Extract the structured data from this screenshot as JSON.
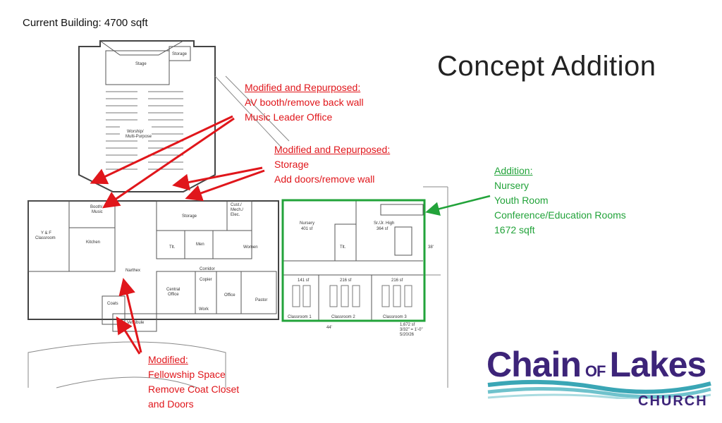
{
  "header": {
    "current_building": "Current Building: 4700 sqft",
    "title": "Concept Addition"
  },
  "notes": {
    "av": {
      "heading": "Modified and Repurposed:",
      "lines": [
        "AV booth/remove back wall",
        "Music Leader Office"
      ]
    },
    "storage": {
      "heading": "Modified and Repurposed:",
      "lines": [
        "Storage",
        "Add doors/remove wall"
      ]
    },
    "addition": {
      "heading": "Addition:",
      "lines": [
        "Nursery",
        "Youth Room",
        "Conference/Education Rooms",
        "1672 sqft"
      ]
    },
    "fellowship": {
      "heading": "Modified:",
      "lines": [
        "Fellowship Space",
        "Remove Coat Closet",
        "and Doors"
      ]
    }
  },
  "rooms": {
    "stage": "Stage",
    "storage_top": "Storage",
    "worship": "Worship/",
    "worship2": "Multi-Purpose",
    "booth": "Booth/",
    "music": "Music",
    "storage_mid": "Storage",
    "cust": "Cust./",
    "mech": "Mech./",
    "elec": "Elec.",
    "yf": "Y & F",
    "yf2": "Classroom",
    "kitchen": "Kitchen",
    "tlt": "Tlt.",
    "men": "Men",
    "women": "Women",
    "narthex": "Narthex",
    "corridor": "Corridor",
    "central": "Central",
    "central2": "Office",
    "copier": "Copier",
    "work": "Work",
    "office": "Office",
    "pastor": "Pastor",
    "coats": "Coats",
    "vestibule": "Vestibule",
    "nursery": "Nursery",
    "nursery_sf": "401 sf",
    "srjr": "Sr./Jr. High",
    "srjr_sf": "364 sf",
    "tlt2": "Tlt.",
    "c1_sf": "141 sf",
    "c2_sf": "216 sf",
    "c3_sf": "216 sf",
    "classroom1": "Classroom 1",
    "classroom2": "Classroom 2",
    "classroom3": "Classroom 3",
    "dim_44": "44'",
    "dim_38": "38'",
    "area_note1": "1,672 sf",
    "area_note2": "3/32\" = 1'-0\"",
    "area_note3": "5/20/26"
  },
  "logo": {
    "chain": "Chain",
    "of": "OF",
    "lakes": "Lakes",
    "church": "CHURCH"
  },
  "colors": {
    "red": "#e0161b",
    "green": "#22a33a",
    "logo_purple": "#3d2479",
    "logo_teal": "#3aa6b5"
  }
}
